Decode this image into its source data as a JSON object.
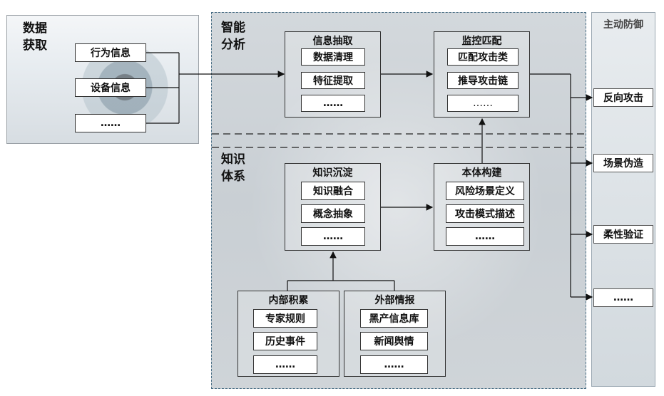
{
  "data_acquisition": {
    "title": "数据\n获取",
    "items": [
      "行为信息",
      "设备信息",
      "……"
    ]
  },
  "smart_analysis": {
    "title": "智能\n分析",
    "info_extraction": {
      "title": "信息抽取",
      "items": [
        "数据清理",
        "特征提取",
        "……"
      ]
    },
    "monitor_match": {
      "title": "监控匹配",
      "items": [
        "匹配攻击类",
        "推导攻击链",
        "……"
      ]
    }
  },
  "knowledge_system": {
    "title": "知识\n体系",
    "knowledge_deposit": {
      "title": "知识沉淀",
      "items": [
        "知识融合",
        "概念抽象",
        "……"
      ]
    },
    "ontology_build": {
      "title": "本体构建",
      "items": [
        "风险场景定义",
        "攻击模式描述",
        "……"
      ]
    },
    "internal_accumulation": {
      "title": "内部积累",
      "items": [
        "专家规则",
        "历史事件",
        "……"
      ]
    },
    "external_intel": {
      "title": "外部情报",
      "items": [
        "黑产信息库",
        "新闻舆情",
        "……"
      ]
    }
  },
  "active_defense": {
    "title": "主动防御",
    "items": [
      "反向攻击",
      "场景伪造",
      "柔性验证",
      "……"
    ]
  },
  "colors": {
    "analysis_border": "#4a6f86",
    "line": "#111111"
  }
}
